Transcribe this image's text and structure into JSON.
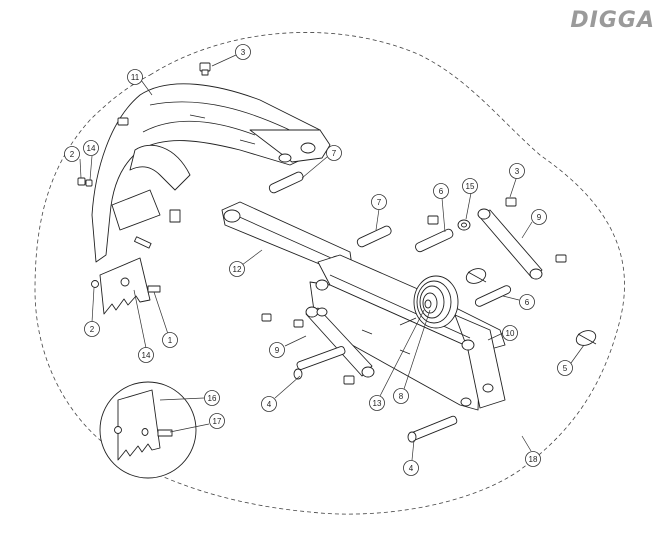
{
  "brand": {
    "logo_text": "DIGGA"
  },
  "callouts": [
    {
      "id": "c3a",
      "label": "3"
    },
    {
      "id": "c11",
      "label": "11"
    },
    {
      "id": "c2a",
      "label": "2"
    },
    {
      "id": "c14a",
      "label": "14"
    },
    {
      "id": "c7a",
      "label": "7"
    },
    {
      "id": "c3b",
      "label": "3"
    },
    {
      "id": "c6a",
      "label": "6"
    },
    {
      "id": "c15",
      "label": "15"
    },
    {
      "id": "c9a",
      "label": "9"
    },
    {
      "id": "c7b",
      "label": "7"
    },
    {
      "id": "c12",
      "label": "12"
    },
    {
      "id": "c6b",
      "label": "6"
    },
    {
      "id": "c2b",
      "label": "2"
    },
    {
      "id": "c14b",
      "label": "14"
    },
    {
      "id": "c1",
      "label": "1"
    },
    {
      "id": "c10",
      "label": "10"
    },
    {
      "id": "c9b",
      "label": "9"
    },
    {
      "id": "c5",
      "label": "5"
    },
    {
      "id": "c4a",
      "label": "4"
    },
    {
      "id": "c13",
      "label": "13"
    },
    {
      "id": "c8",
      "label": "8"
    },
    {
      "id": "c16",
      "label": "16"
    },
    {
      "id": "c17",
      "label": "17"
    },
    {
      "id": "c4b",
      "label": "4"
    },
    {
      "id": "c18",
      "label": "18"
    }
  ]
}
